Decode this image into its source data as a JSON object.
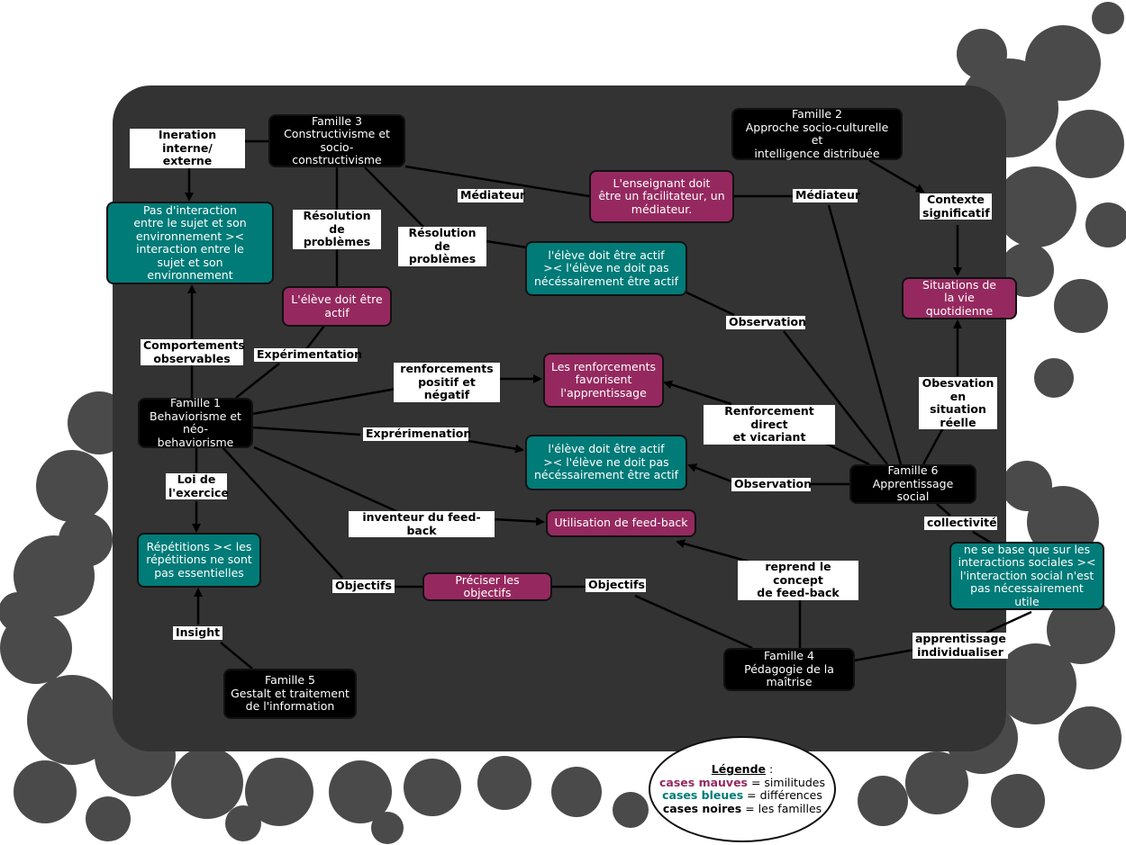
{
  "colors": {
    "black": "#000000",
    "teal": "#007b78",
    "mauve": "#95295f",
    "panel": "#333333",
    "ornament": "#4a4a4a"
  },
  "nodes": {
    "famille1": "Famille 1\nBehaviorisme et\nnéo-behaviorisme",
    "famille2": "Famille 2\nApproche socio-culturelle et\nintelligence distribuée",
    "famille3": "Famille 3\nConstructivisme et\nsocio-constructivisme",
    "famille4": "Famille 4\nPédagogie de la maîtrise",
    "famille5": "Famille 5\nGestalt et traitement\nde l'information",
    "famille6": "Famille 6\nApprentissage social",
    "pas_interaction": "Pas d'interaction\nentre le sujet et son\nenvironnement ><\ninteraction entre le\nsujet et son environnement",
    "repetitions": "Répétitions >< les\nrépétitions ne sont\npas essentielles",
    "eleve_actif_1": "l'élève doit être actif\n>< l'élève ne doit pas\nnécéssairement être actif",
    "eleve_actif_2": "l'élève doit être actif\n>< l'élève ne doit pas\nnécéssairement être actif",
    "interactions_sociales": "ne se base que sur les\ninteractions sociales ><\nl'interaction social n'est\npas nécessairement utile",
    "eleve_doit_etre_actif": "L'élève doit être\nactif",
    "enseignant": "L'enseignant doit\nêtre un facilitateur, un\nmédiateur.",
    "renforcements": "Les renforcements\nfavorisent\nl'apprentissage",
    "feedback": "Utilisation de feed-back",
    "objectifs": "Préciser les objectifs",
    "situations": "Situations de\nla vie quotidienne"
  },
  "labels": {
    "ineration": "Ineration interne/\nexterne",
    "comportements": "Comportements\nobservables",
    "resolution1": "Résolution de\nproblèmes",
    "resolution2": "Résolution de\nproblèmes",
    "mediateur1": "Médiateur",
    "mediateur2": "Médiateur",
    "experimentation1": "Expérimentation",
    "experimentation2": "Exprérimenation",
    "renforcements_pn": "renforcements\npositif et négatif",
    "loi": "Loi de\nl'exercice",
    "inventeur": "inventeur du feed-back",
    "objectifs1": "Objectifs",
    "objectifs2": "Objectifs",
    "insight": "Insight",
    "contexte": "Contexte\nsignificatif",
    "observation1": "Observation",
    "observation2": "Observation",
    "renforcement_dv": "Renforcement direct\net vicariant",
    "obsevation_reelle": "Obesvation\nen situation\nréelle",
    "collectivite": "collectivité",
    "reprend": "reprend le concept\nde feed-back",
    "apprentissage_ind": "apprentissage\nindividualiser"
  },
  "legend": {
    "title": "Légende",
    "colon": " :",
    "mauve_key": "cases mauves",
    "mauve_val": " = similitudes",
    "teal_key": "cases bleues",
    "teal_val": " = différences",
    "black_key": "cases noires",
    "black_val": " = les familles"
  }
}
